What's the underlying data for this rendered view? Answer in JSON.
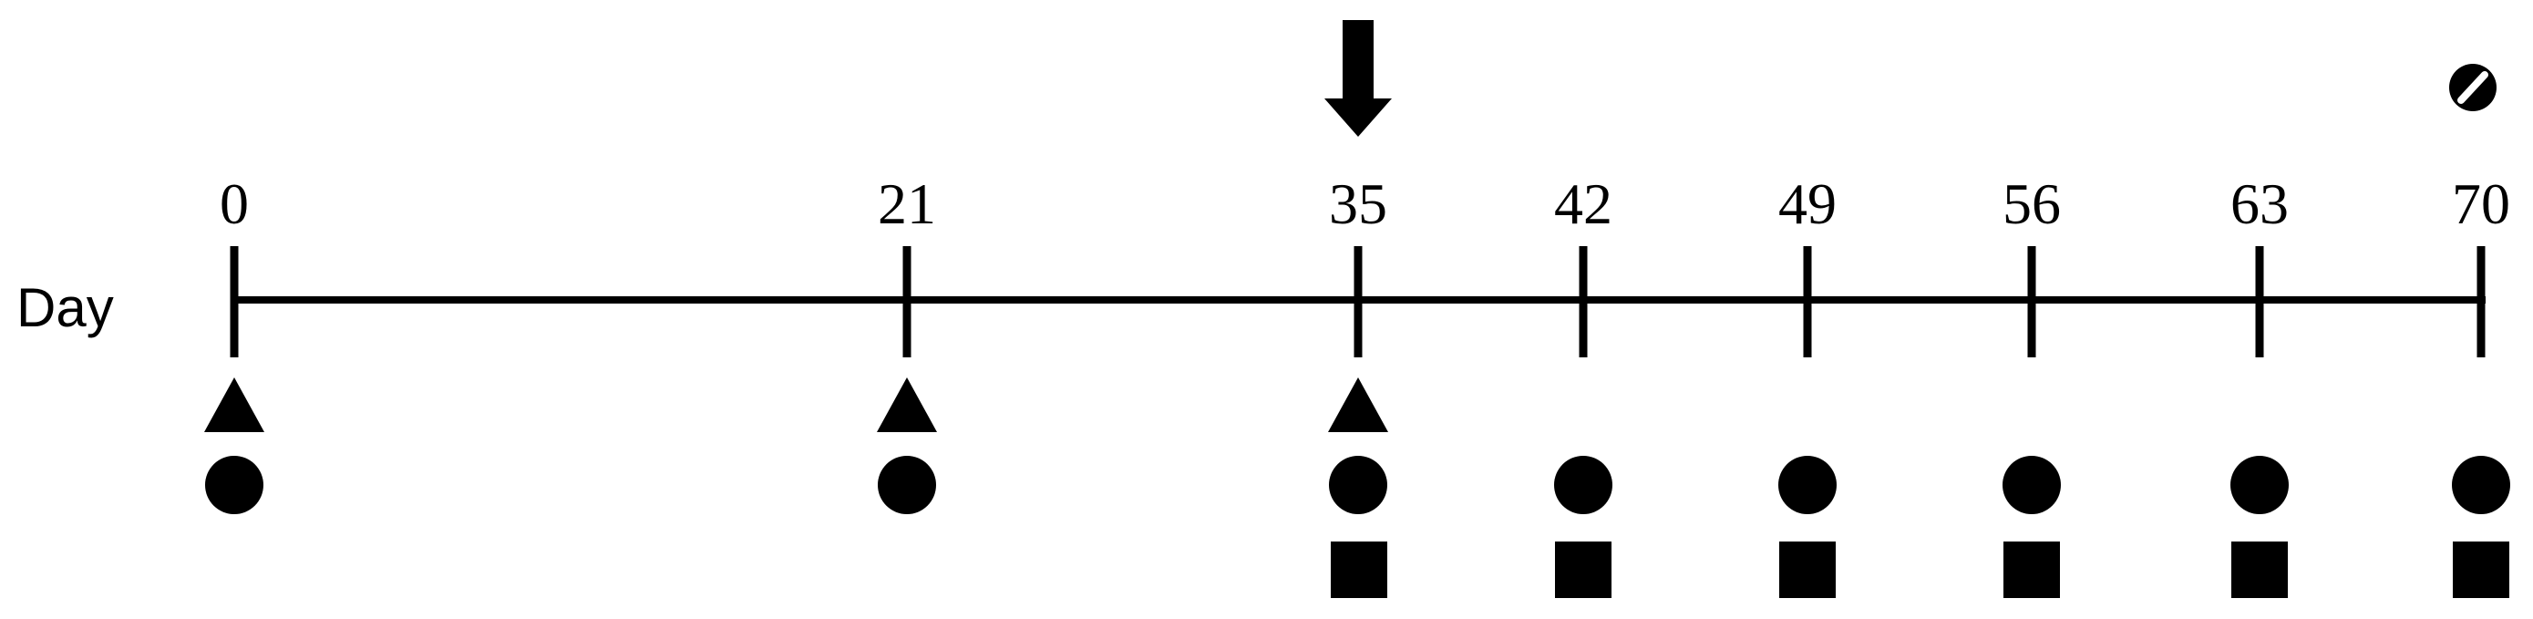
{
  "axis_label": "Day",
  "days": [
    "0",
    "21",
    "35",
    "42",
    "49",
    "56",
    "63",
    "70"
  ],
  "markers": {
    "triangle": [
      "0",
      "21",
      "35"
    ],
    "circle": [
      "0",
      "21",
      "35",
      "42",
      "49",
      "56",
      "63",
      "70"
    ],
    "square": [
      "35",
      "42",
      "49",
      "56",
      "63",
      "70"
    ],
    "arrow": [
      "35"
    ],
    "end_symbol": [
      "70"
    ]
  },
  "colors": {
    "ink": "#000000",
    "background": "#ffffff"
  },
  "icons": {
    "arrow": "down-arrow-icon",
    "end_symbol": "prohibited-circle-icon"
  }
}
